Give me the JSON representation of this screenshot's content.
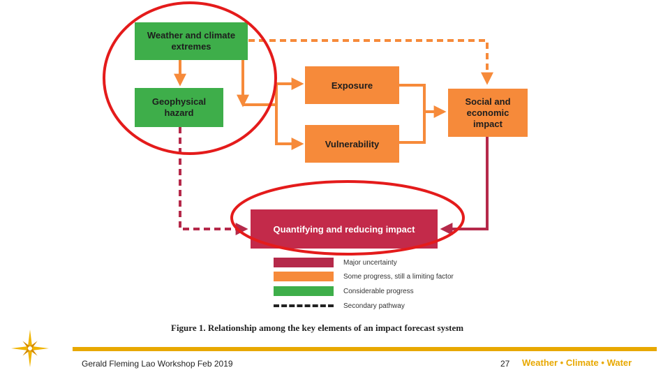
{
  "nodes": {
    "weather": "Weather and climate extremes",
    "geophysical": "Geophysical hazard",
    "exposure": "Exposure",
    "vulnerability": "Vulnerability",
    "social": "Social and economic impact",
    "quantifying": "Quantifying and reducing impact"
  },
  "legend": [
    {
      "label": "Major uncertainty",
      "color": "#b5294a"
    },
    {
      "label": "Some progress, still a limiting factor",
      "color": "#f68a3a"
    },
    {
      "label": "Considerable progress",
      "color": "#3eae4a"
    },
    {
      "label": "Secondary pathway",
      "color": "#222222"
    }
  ],
  "caption": "Figure 1. Relationship among the key elements of an impact forecast system",
  "footer": {
    "presenter": "Gerald Fleming Lao Workshop Feb 2019",
    "page_number": "27",
    "brand": "Weather • Climate • Water"
  },
  "colors": {
    "green": "#3eae4a",
    "orange": "#f68a3a",
    "crimson": "#c32a4a",
    "highlight_red": "#e41b1b",
    "footer_rule": "#e8a800",
    "brand": "#e8a800"
  }
}
